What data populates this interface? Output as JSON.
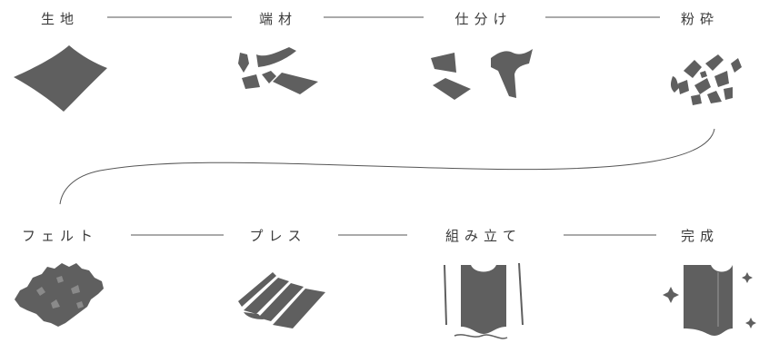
{
  "process": {
    "row1": [
      {
        "label": "生地",
        "icon": "fabric-sheet-icon"
      },
      {
        "label": "端材",
        "icon": "fabric-scraps-icon"
      },
      {
        "label": "仕分け",
        "icon": "sorted-pieces-icon"
      },
      {
        "label": "粉砕",
        "icon": "crushed-fragments-icon"
      }
    ],
    "row2": [
      {
        "label": "フェルト",
        "icon": "felt-mat-icon"
      },
      {
        "label": "プレス",
        "icon": "pressed-board-icon"
      },
      {
        "label": "組み立て",
        "icon": "assembly-icon"
      },
      {
        "label": "完成",
        "icon": "finished-product-icon"
      }
    ]
  },
  "colors": {
    "shape": "#5f5f5f",
    "line": "#555555",
    "text": "#3a3a3a"
  }
}
